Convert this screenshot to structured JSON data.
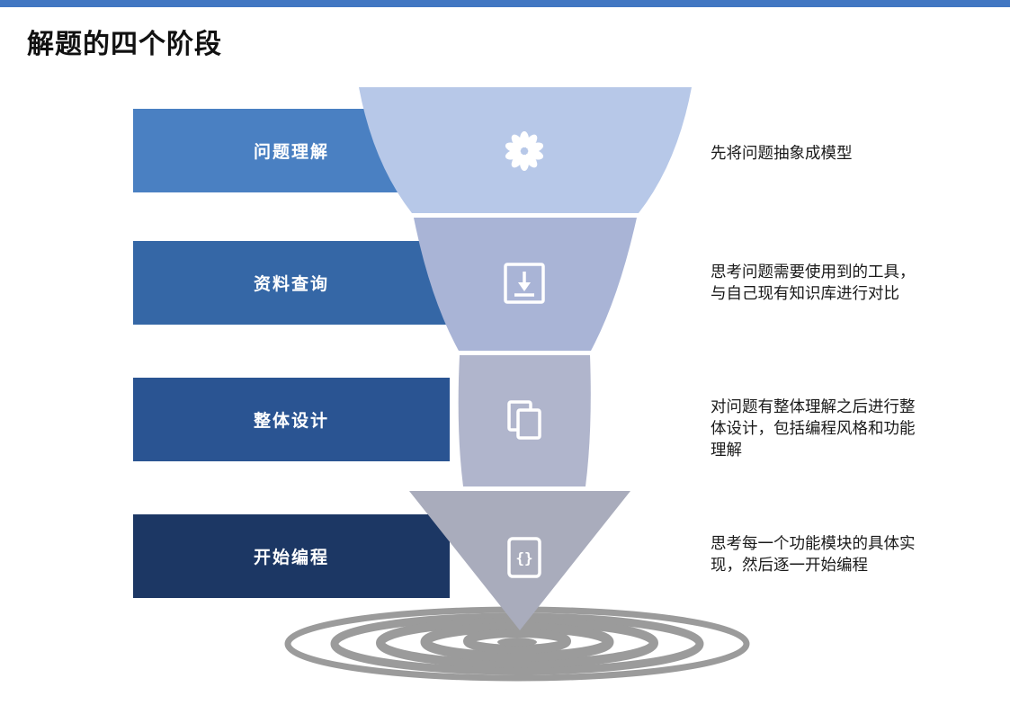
{
  "slide": {
    "title": "解题的四个阶段",
    "accent_color": "#4277C2"
  },
  "stages": [
    {
      "label": "问题理解",
      "color": "#4A80C2",
      "icon": "flower-icon",
      "description": "先将问题抽象成模型"
    },
    {
      "label": "资料查询",
      "color": "#3567A6",
      "icon": "download-icon",
      "description": "思考问题需要使用到的工具，\n与自己现有知识库进行对比"
    },
    {
      "label": "整体设计",
      "color": "#2A5492",
      "icon": "copy-pages-icon",
      "description": "对问题有整体理解之后进行整\n体设计，包括编程风格和功能\n理解"
    },
    {
      "label": "开始编程",
      "color": "#1C3764",
      "icon": "code-file-icon",
      "description": "思考每一个功能模块的具体实\n现，然后逐一开始编程"
    }
  ],
  "funnel": {
    "segment_colors": [
      "#B7C8E8",
      "#A9B4D6",
      "#B0B5CC",
      "#A9ACBC"
    ],
    "ripple_color": "#9B9B9B",
    "icon_color": "#FFFFFF",
    "code_glyph": "{}"
  }
}
